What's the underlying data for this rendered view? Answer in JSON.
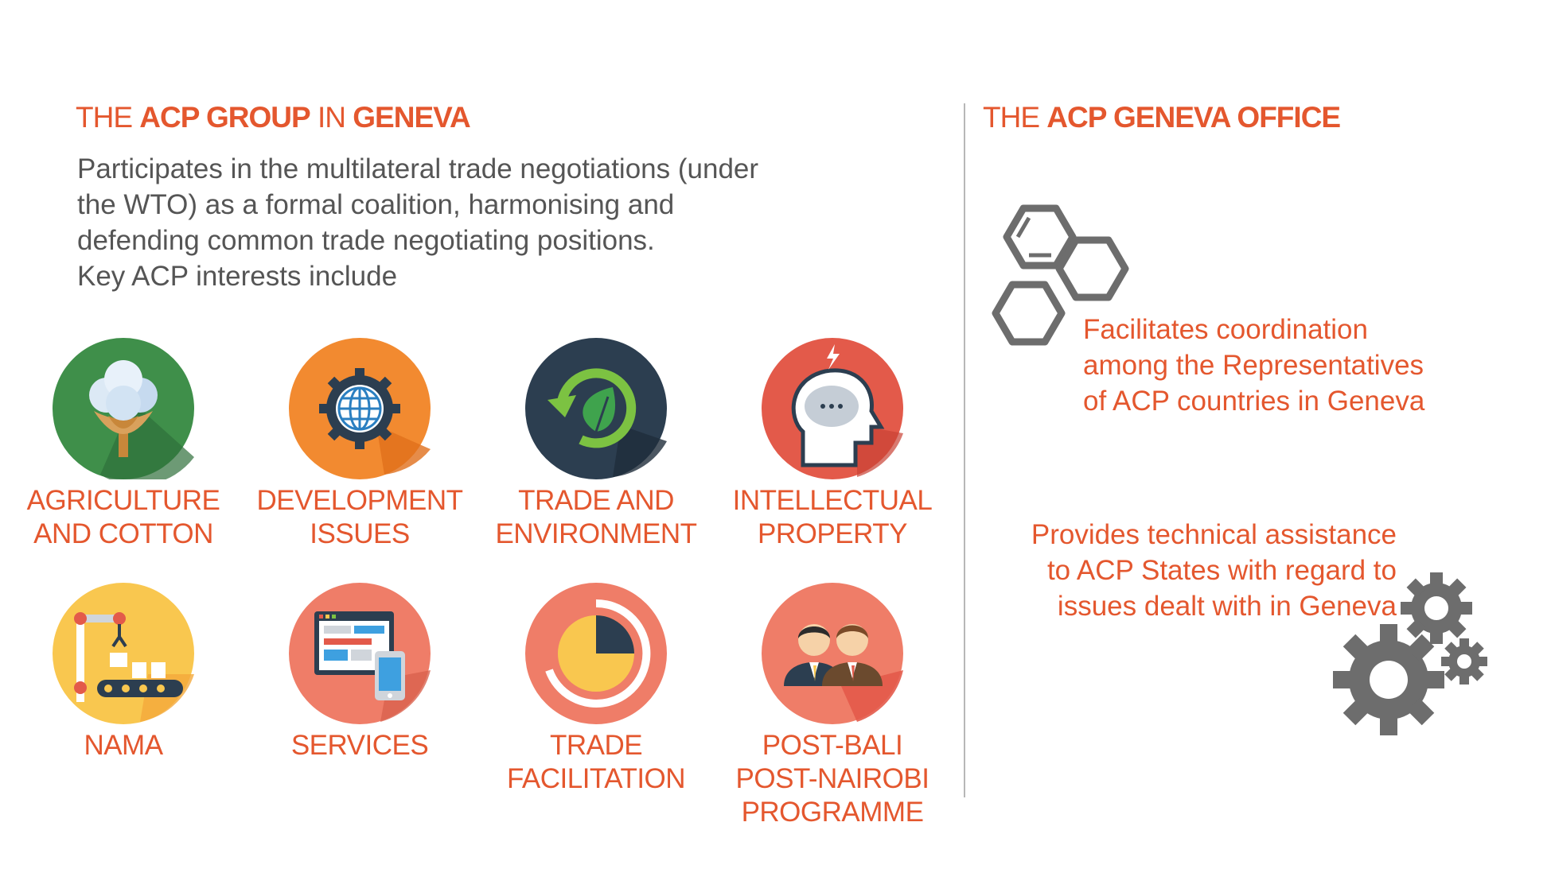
{
  "left": {
    "heading": {
      "part1": "THE ",
      "part2": "ACP GROUP",
      "part3": " IN ",
      "part4": "GENEVA"
    },
    "intro": [
      "Participates in the multilateral trade negotiations (under",
      "the WTO) as a formal coalition, harmonising and",
      "defending common trade negotiating positions.",
      "Key ACP interests include"
    ],
    "interests": [
      {
        "icon": "cotton-plant-icon",
        "color": "#3f8f4a",
        "lines": [
          "AGRICULTURE",
          "AND COTTON"
        ]
      },
      {
        "icon": "globe-gear-icon",
        "color": "#f28a30",
        "lines": [
          "DEVELOPMENT",
          "ISSUES"
        ]
      },
      {
        "icon": "leaf-cycle-icon",
        "color": "#2c3e50",
        "lines": [
          "TRADE AND",
          "ENVIRONMENT"
        ]
      },
      {
        "icon": "brain-head-icon",
        "color": "#e35a4a",
        "lines": [
          "INTELLECTUAL",
          "PROPERTY"
        ]
      },
      {
        "icon": "robot-arm-icon",
        "color": "#f9c74f",
        "lines": [
          "NAMA"
        ]
      },
      {
        "icon": "devices-icon",
        "color": "#ef7d68",
        "lines": [
          "SERVICES"
        ]
      },
      {
        "icon": "pie-chart-icon",
        "color": "#ef7d68",
        "lines": [
          "TRADE",
          "FACILITATION"
        ]
      },
      {
        "icon": "people-icon",
        "color": "#ef7d68",
        "lines": [
          "POST-BALI",
          "POST-NAIROBI",
          "PROGRAMME"
        ]
      }
    ]
  },
  "right": {
    "heading": {
      "part1": "THE ",
      "part2": "ACP GENEVA OFFICE"
    },
    "coordination": {
      "icon": "hexagon-molecule-icon",
      "lines": [
        "Facilitates coordination",
        "among the Representatives",
        "of ACP countries in Geneva"
      ]
    },
    "assistance": {
      "icon": "gears-icon",
      "lines": [
        "Provides technical assistance",
        "to ACP States with regard to",
        "issues dealt with in Geneva"
      ]
    }
  },
  "colors": {
    "accent": "#e4572e",
    "body_text": "#555555",
    "icon_gray": "#6d6d6d",
    "divider": "#b7b7b7"
  }
}
